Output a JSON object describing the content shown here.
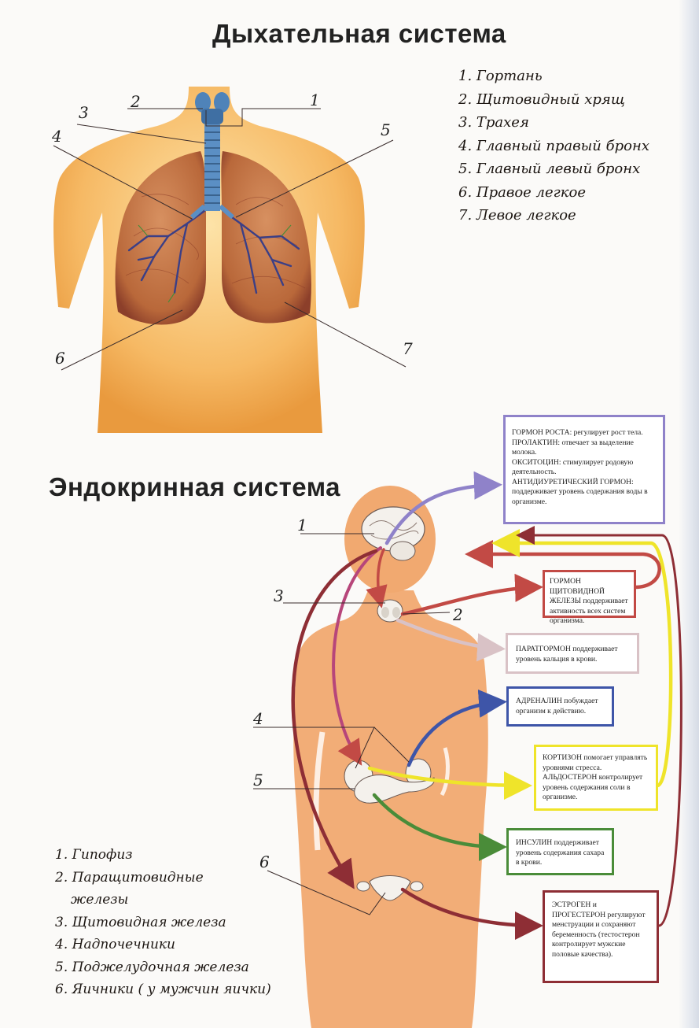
{
  "respiratory": {
    "title": "Дыхательная система",
    "legend": [
      "1. Гортань",
      "2. Щитовидный хрящ",
      "3. Трахея",
      "4. Главный правый бронх",
      "5. Главный левый бронх",
      "6. Правое легкое",
      "7. Левое легкое"
    ],
    "callouts": [
      "1",
      "2",
      "3",
      "4",
      "5",
      "6",
      "7"
    ]
  },
  "endocrine": {
    "title": "Эндокринная система",
    "legend": [
      "1. Гипофиз",
      "2. Паращитовидные",
      "железы",
      "3. Щитовидная железа",
      "4. Надпочечники",
      "5. Поджелудочная железа",
      "6. Яичники ( у мужчин яички)"
    ],
    "callouts": [
      "1",
      "2",
      "3",
      "4",
      "5",
      "6"
    ],
    "hormone_boxes": {
      "growth": [
        "ГОРМОН РОСТА: регулирует рост тела.",
        "ПРОЛАКТИН: отвечает за выделение молока.",
        "ОКСИТОЦИН: стимулирует родовую деятельность.",
        "АНТИДИУРЕТИЧЕСКИЙ ГОРМОН: поддерживает уровень содержания воды в организме."
      ],
      "thyroid": "ГОРМОН ЩИТОВИДНОЙ ЖЕЛЕЗЫ поддерживает активность всех систем организма.",
      "parathyroid": "ПАРАТГОРМОН поддерживает уровень кальция в крови.",
      "adrenaline": "АДРЕНАЛИН побуждает организм к действию.",
      "cortisone": [
        "КОРТИЗОН помогает управлять уровнями стресса.",
        "АЛЬДОСТЕРОН контролирует уровень содержания соли в организме."
      ],
      "insulin": "ИНСУЛИН поддерживает уровень содержания сахара в крови.",
      "estrogen": [
        "ЭСТРОГЕН и",
        "ПРОГЕСТЕРОН регулируют менструации и сохраняют беременность (тестостерон контролирует мужские половые качества)."
      ]
    }
  },
  "colors": {
    "growth": "#8f82c9",
    "thyroid": "#c24a45",
    "parathyroid": "#d9c2c6",
    "adrenaline": "#3e55a8",
    "cortisone": "#efe42a",
    "insulin": "#4a8c39",
    "estrogen": "#8e2e35",
    "skin": "#f2a955",
    "lung": "#b9683a"
  }
}
